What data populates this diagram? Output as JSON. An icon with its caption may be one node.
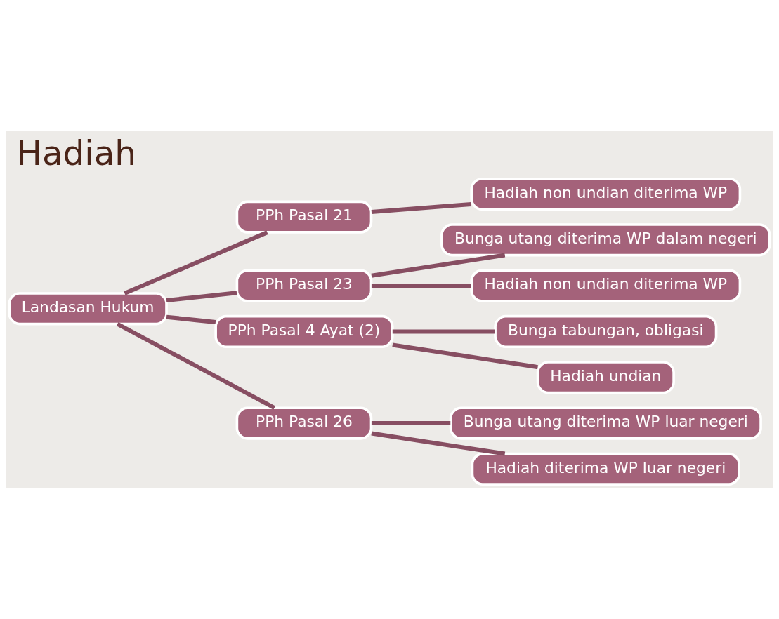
{
  "diagram": {
    "title": "Hadiah",
    "nodes": [
      {
        "text": [
          "Landasan Hukum"
        ]
      },
      {
        "text": [
          "PPh Pasal 21"
        ]
      },
      {
        "text": [
          "PPh Pasal 23"
        ]
      },
      {
        "text": [
          "PPh Pasal 4 Ayat (2)"
        ]
      },
      {
        "text": [
          "PPh Pasal 26"
        ]
      },
      {
        "text": [
          "Hadiah non undian diterima WP"
        ]
      },
      {
        "text": [
          "Bunga utang diterima WP dalam negeri"
        ]
      },
      {
        "text": [
          "Hadiah non undian diterima WP"
        ]
      },
      {
        "text": [
          "Bunga tabungan, obligasi"
        ]
      },
      {
        "text": [
          "Hadiah undian"
        ]
      },
      {
        "text": [
          "Bunga utang diterima WP luar negeri"
        ]
      },
      {
        "text": [
          "Hadiah diterima WP luar negeri"
        ]
      }
    ],
    "edges": [
      {
        "from": 0,
        "to": 1,
        "arrow": "none"
      },
      {
        "from": 0,
        "to": 2,
        "arrow": "none"
      },
      {
        "from": 0,
        "to": 3,
        "arrow": "none"
      },
      {
        "from": 0,
        "to": 4,
        "arrow": "none"
      },
      {
        "from": 1,
        "to": 5,
        "arrow": "none"
      },
      {
        "from": 2,
        "to": 6,
        "arrow": "none"
      },
      {
        "from": 2,
        "to": 7,
        "arrow": "none"
      },
      {
        "from": 3,
        "to": 8,
        "arrow": "none"
      },
      {
        "from": 3,
        "to": 9,
        "arrow": "none"
      },
      {
        "from": 4,
        "to": 10,
        "arrow": "none"
      },
      {
        "from": 4,
        "to": 11,
        "arrow": "none"
      }
    ]
  }
}
